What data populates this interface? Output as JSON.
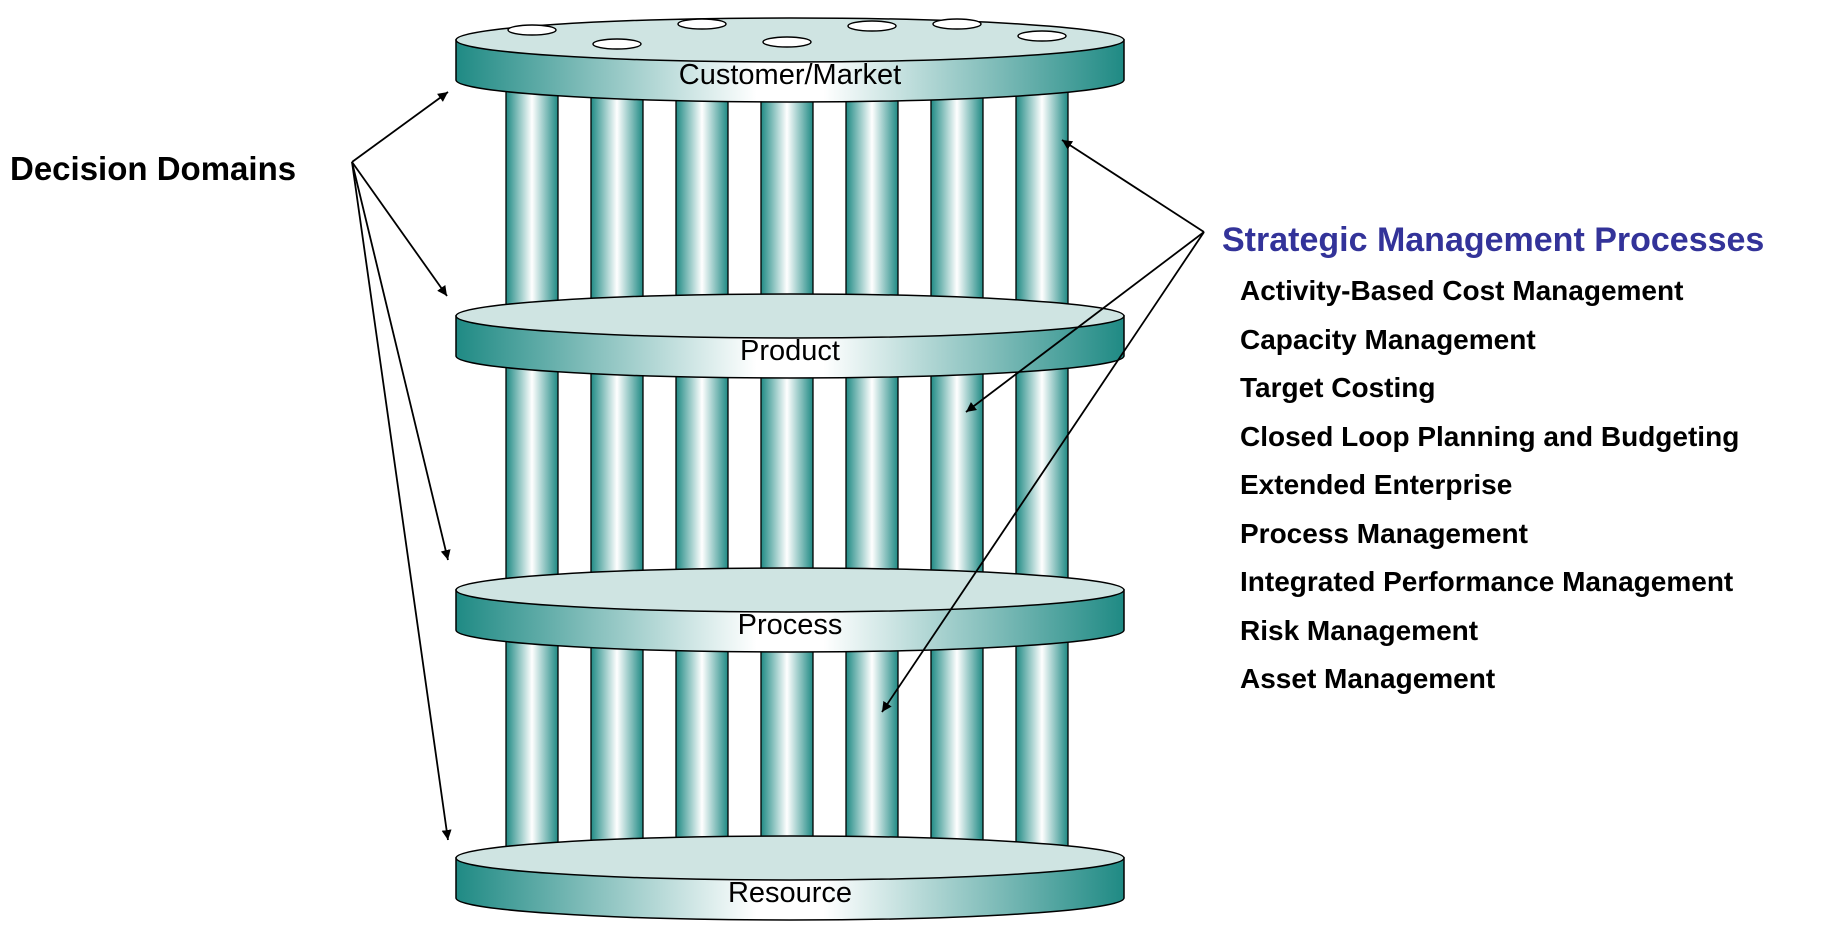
{
  "diagram": {
    "left_label": "Decision Domains",
    "layers": [
      {
        "name": "Customer/Market"
      },
      {
        "name": "Product"
      },
      {
        "name": "Process"
      },
      {
        "name": "Resource"
      }
    ],
    "processes": {
      "heading": "Strategic Management Processes",
      "items": [
        "Activity-Based Cost Management",
        "Capacity Management",
        "Target Costing",
        "Closed Loop Planning and Budgeting",
        "Extended Enterprise",
        "Process Management",
        "Integrated Performance Management",
        "Risk Management",
        "Asset Management"
      ]
    }
  },
  "colors": {
    "teal_dark": "#1f8a84",
    "teal_light": "#ffffff",
    "disc_top": "#cfe4e2",
    "heading": "#333399"
  }
}
